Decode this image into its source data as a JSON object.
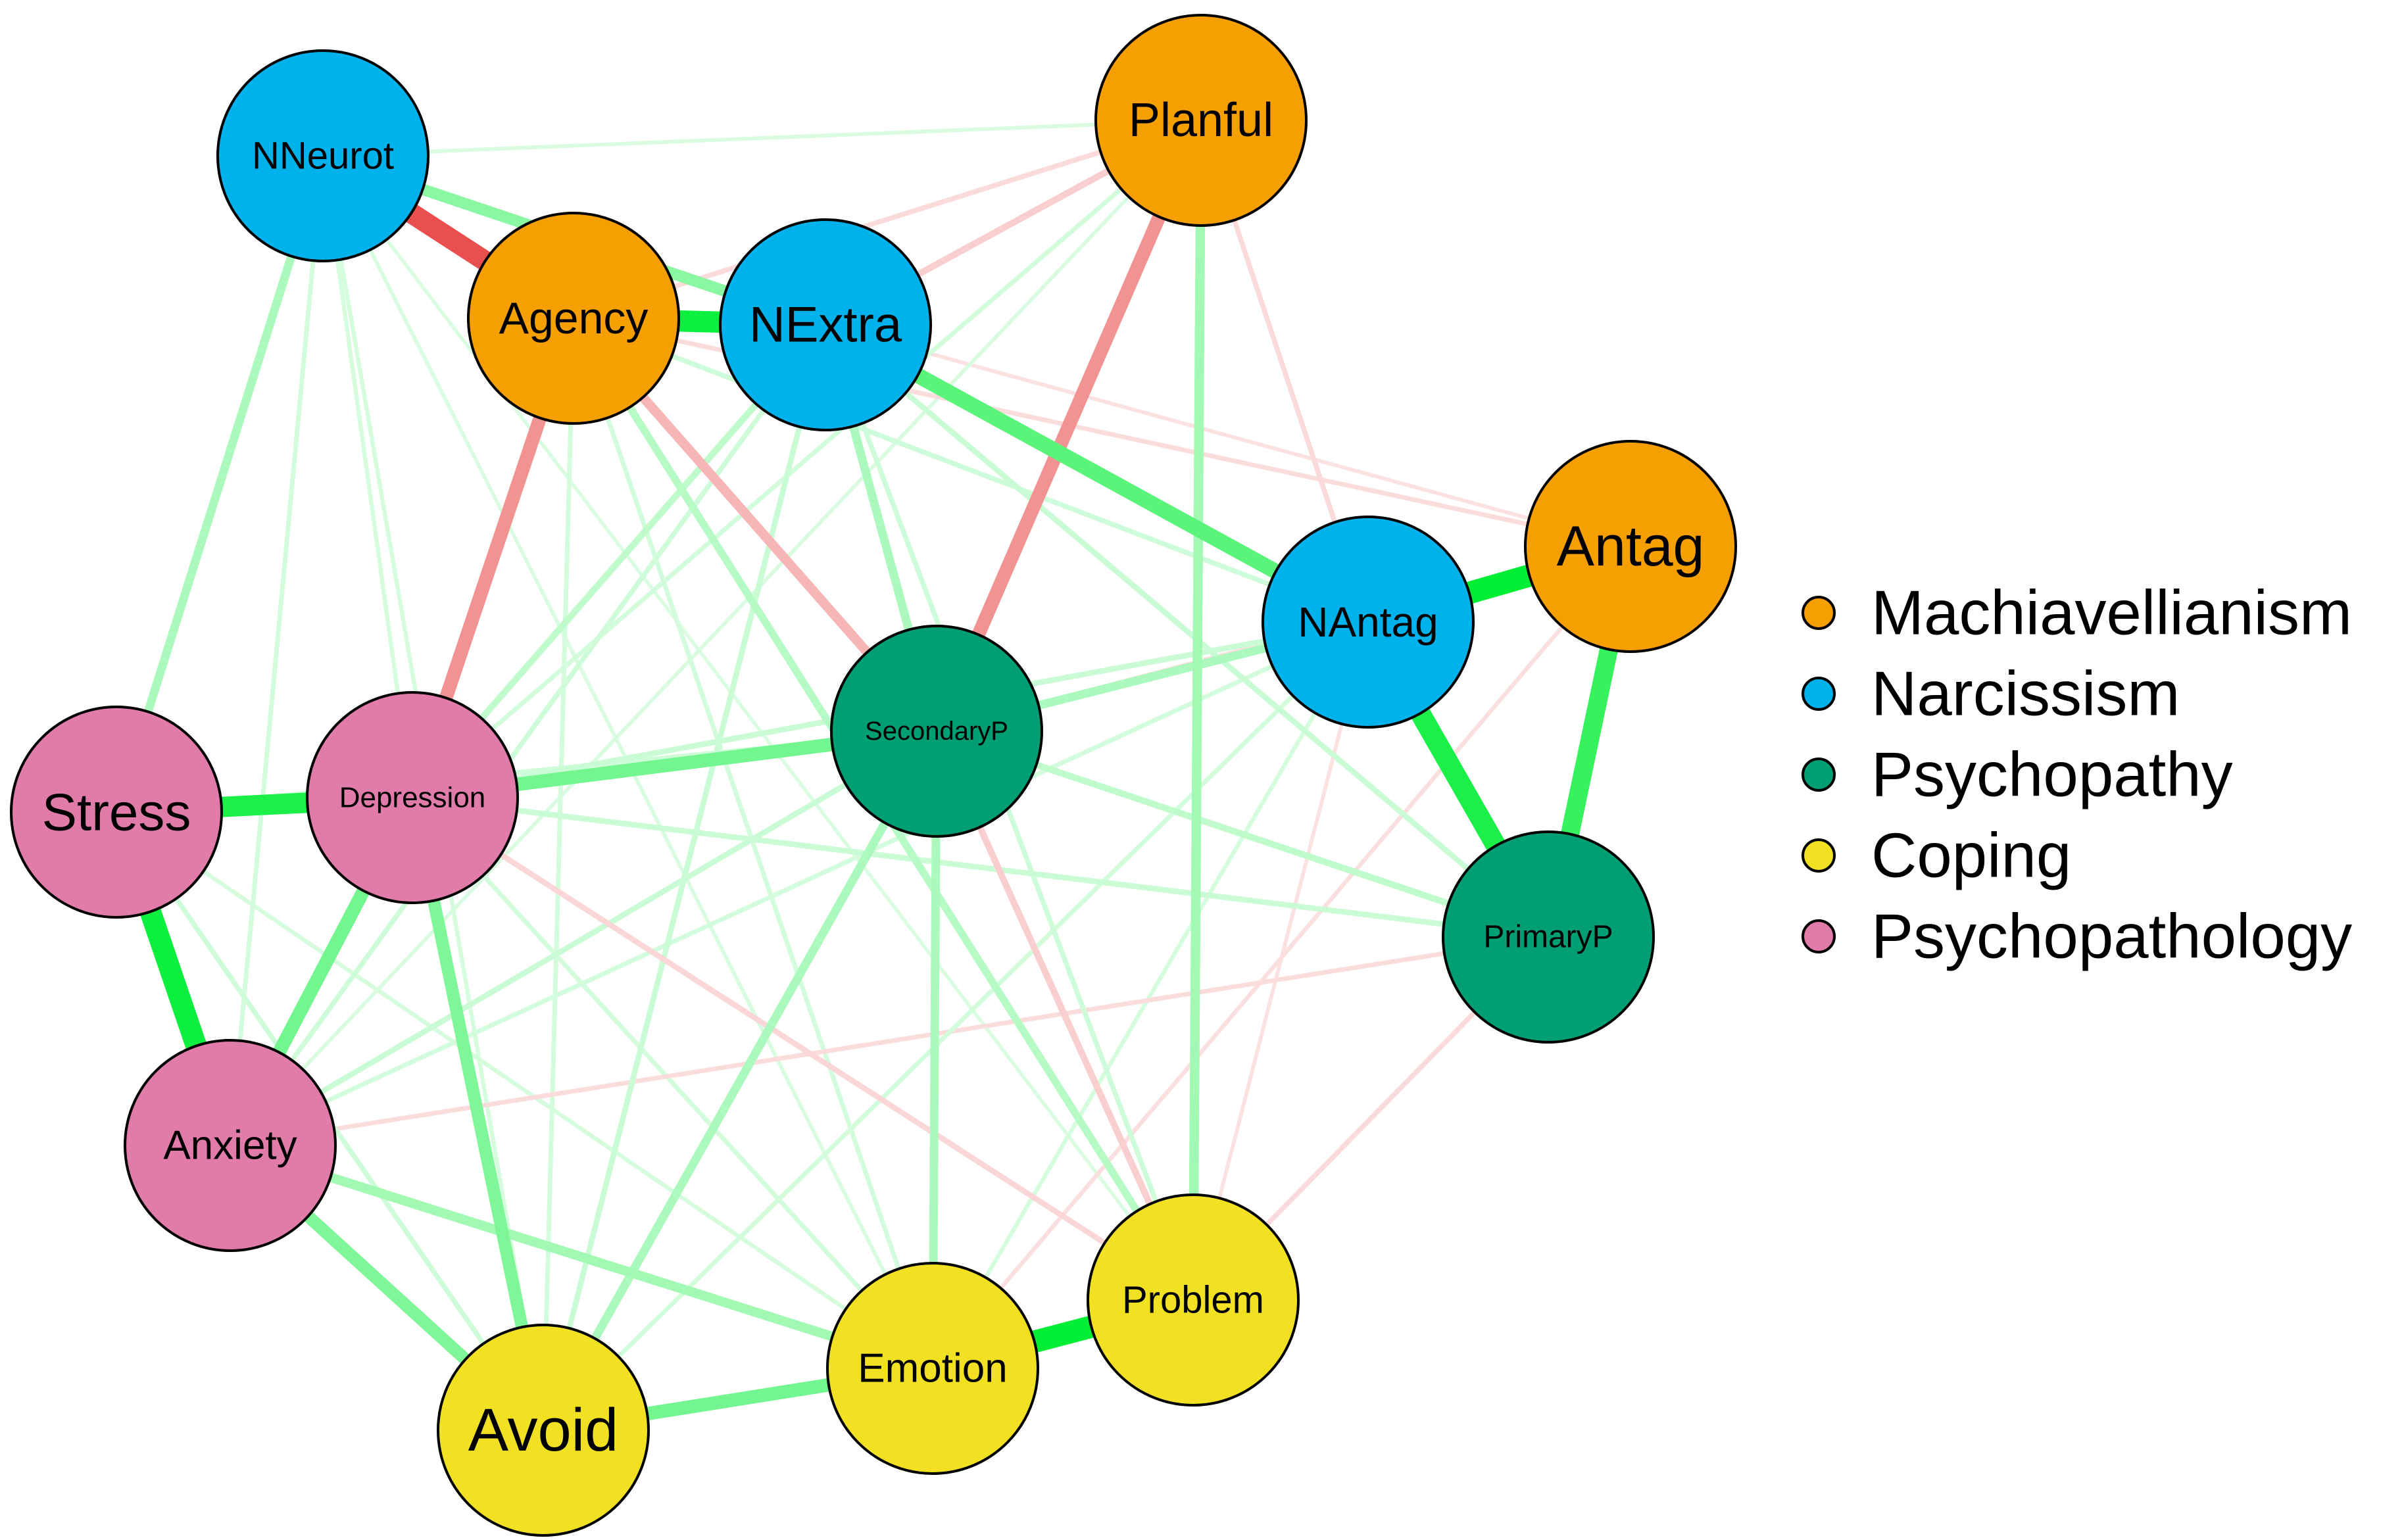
{
  "groups": [
    {
      "id": "mach",
      "name": "Machiavellianism",
      "color": "#F5A000"
    },
    {
      "id": "narc",
      "name": "Narcissism",
      "color": "#00B2EB"
    },
    {
      "id": "psyc",
      "name": "Psychopathy",
      "color": "#009E73"
    },
    {
      "id": "cope",
      "name": "Coping",
      "color": "#F2E123"
    },
    {
      "id": "path",
      "name": "Psychopathology",
      "color": "#E07BAA"
    }
  ],
  "edge_colors": {
    "positive": "#00EE33",
    "negative": "#E63A3A"
  },
  "nodes": [
    {
      "id": "NNeurot",
      "label": "NNeurot",
      "group": "narc"
    },
    {
      "id": "Agency",
      "label": "Agency",
      "group": "mach"
    },
    {
      "id": "NExtra",
      "label": "NExtra",
      "group": "narc"
    },
    {
      "id": "Planful",
      "label": "Planful",
      "group": "mach"
    },
    {
      "id": "Antag",
      "label": "Antag",
      "group": "mach"
    },
    {
      "id": "NAntag",
      "label": "NAntag",
      "group": "narc"
    },
    {
      "id": "SecondaryP",
      "label": "SecondaryP",
      "group": "psyc"
    },
    {
      "id": "PrimaryP",
      "label": "PrimaryP",
      "group": "psyc"
    },
    {
      "id": "Stress",
      "label": "Stress",
      "group": "path"
    },
    {
      "id": "Depression",
      "label": "Depression",
      "group": "path"
    },
    {
      "id": "Anxiety",
      "label": "Anxiety",
      "group": "path"
    },
    {
      "id": "Avoid",
      "label": "Avoid",
      "group": "cope"
    },
    {
      "id": "Emotion",
      "label": "Emotion",
      "group": "cope"
    },
    {
      "id": "Problem",
      "label": "Problem",
      "group": "cope"
    }
  ],
  "edges": [
    {
      "from": "NNeurot",
      "to": "Agency",
      "weight": 0.9,
      "sign": "neg"
    },
    {
      "from": "NNeurot",
      "to": "NExtra",
      "weight": 0.45,
      "sign": "pos"
    },
    {
      "from": "NNeurot",
      "to": "Planful",
      "weight": 0.06,
      "sign": "pos"
    },
    {
      "from": "NNeurot",
      "to": "Stress",
      "weight": 0.3,
      "sign": "pos"
    },
    {
      "from": "NNeurot",
      "to": "Anxiety",
      "weight": 0.1,
      "sign": "pos"
    },
    {
      "from": "NNeurot",
      "to": "Depression",
      "weight": 0.08,
      "sign": "pos"
    },
    {
      "from": "NNeurot",
      "to": "Avoid",
      "weight": 0.08,
      "sign": "pos"
    },
    {
      "from": "NNeurot",
      "to": "Emotion",
      "weight": 0.06,
      "sign": "pos"
    },
    {
      "from": "Agency",
      "to": "NExtra",
      "weight": 0.95,
      "sign": "pos"
    },
    {
      "from": "Agency",
      "to": "Depression",
      "weight": 0.55,
      "sign": "neg"
    },
    {
      "from": "Agency",
      "to": "SecondaryP",
      "weight": 0.35,
      "sign": "neg"
    },
    {
      "from": "Agency",
      "to": "NAntag",
      "weight": 0.12,
      "sign": "pos"
    },
    {
      "from": "Agency",
      "to": "Avoid",
      "weight": 0.1,
      "sign": "pos"
    },
    {
      "from": "Agency",
      "to": "Emotion",
      "weight": 0.1,
      "sign": "pos"
    },
    {
      "from": "Agency",
      "to": "Problem",
      "weight": 0.25,
      "sign": "pos"
    },
    {
      "from": "NExtra",
      "to": "Planful",
      "weight": 0.2,
      "sign": "neg"
    },
    {
      "from": "NExtra",
      "to": "NAntag",
      "weight": 0.65,
      "sign": "pos"
    },
    {
      "from": "NExtra",
      "to": "SecondaryP",
      "weight": 0.3,
      "sign": "pos"
    },
    {
      "from": "NExtra",
      "to": "Depression",
      "weight": 0.2,
      "sign": "pos"
    },
    {
      "from": "NExtra",
      "to": "Anxiety",
      "weight": 0.12,
      "sign": "pos"
    },
    {
      "from": "NExtra",
      "to": "Avoid",
      "weight": 0.15,
      "sign": "pos"
    },
    {
      "from": "NExtra",
      "to": "Problem",
      "weight": 0.12,
      "sign": "pos"
    },
    {
      "from": "NExtra",
      "to": "PrimaryP",
      "weight": 0.15,
      "sign": "pos"
    },
    {
      "from": "NExtra",
      "to": "Antag",
      "weight": 0.06,
      "sign": "neg"
    },
    {
      "from": "Planful",
      "to": "Agency",
      "weight": 0.12,
      "sign": "neg"
    },
    {
      "from": "Planful",
      "to": "SecondaryP",
      "weight": 0.55,
      "sign": "neg"
    },
    {
      "from": "Planful",
      "to": "Problem",
      "weight": 0.35,
      "sign": "pos"
    },
    {
      "from": "Planful",
      "to": "NAntag",
      "weight": 0.12,
      "sign": "neg"
    },
    {
      "from": "Planful",
      "to": "Depression",
      "weight": 0.1,
      "sign": "pos"
    },
    {
      "from": "Planful",
      "to": "Anxiety",
      "weight": 0.06,
      "sign": "pos"
    },
    {
      "from": "Antag",
      "to": "NAntag",
      "weight": 1.0,
      "sign": "pos"
    },
    {
      "from": "Antag",
      "to": "PrimaryP",
      "weight": 0.8,
      "sign": "pos"
    },
    {
      "from": "Antag",
      "to": "Agency",
      "weight": 0.1,
      "sign": "neg"
    },
    {
      "from": "Antag",
      "to": "SecondaryP",
      "weight": 0.08,
      "sign": "neg"
    },
    {
      "from": "Antag",
      "to": "Emotion",
      "weight": 0.08,
      "sign": "neg"
    },
    {
      "from": "NAntag",
      "to": "PrimaryP",
      "weight": 0.9,
      "sign": "pos"
    },
    {
      "from": "NAntag",
      "to": "SecondaryP",
      "weight": 0.3,
      "sign": "pos"
    },
    {
      "from": "NAntag",
      "to": "Depression",
      "weight": 0.15,
      "sign": "pos"
    },
    {
      "from": "NAntag",
      "to": "Anxiety",
      "weight": 0.1,
      "sign": "pos"
    },
    {
      "from": "NAntag",
      "to": "Problem",
      "weight": 0.06,
      "sign": "neg"
    },
    {
      "from": "SecondaryP",
      "to": "Depression",
      "weight": 0.55,
      "sign": "pos"
    },
    {
      "from": "SecondaryP",
      "to": "PrimaryP",
      "weight": 0.2,
      "sign": "pos"
    },
    {
      "from": "SecondaryP",
      "to": "Emotion",
      "weight": 0.3,
      "sign": "pos"
    },
    {
      "from": "SecondaryP",
      "to": "Problem",
      "weight": 0.2,
      "sign": "neg"
    },
    {
      "from": "SecondaryP",
      "to": "Avoid",
      "weight": 0.3,
      "sign": "pos"
    },
    {
      "from": "SecondaryP",
      "to": "Anxiety",
      "weight": 0.15,
      "sign": "pos"
    },
    {
      "from": "SecondaryP",
      "to": "Stress",
      "weight": 0.12,
      "sign": "pos"
    },
    {
      "from": "PrimaryP",
      "to": "Depression",
      "weight": 0.15,
      "sign": "pos"
    },
    {
      "from": "PrimaryP",
      "to": "Problem",
      "weight": 0.12,
      "sign": "neg"
    },
    {
      "from": "PrimaryP",
      "to": "Anxiety",
      "weight": 0.06,
      "sign": "neg"
    },
    {
      "from": "Stress",
      "to": "Depression",
      "weight": 0.9,
      "sign": "pos"
    },
    {
      "from": "Stress",
      "to": "Anxiety",
      "weight": 0.95,
      "sign": "pos"
    },
    {
      "from": "Stress",
      "to": "Avoid",
      "weight": 0.12,
      "sign": "pos"
    },
    {
      "from": "Stress",
      "to": "Emotion",
      "weight": 0.08,
      "sign": "pos"
    },
    {
      "from": "Depression",
      "to": "Anxiety",
      "weight": 0.55,
      "sign": "pos"
    },
    {
      "from": "Depression",
      "to": "Avoid",
      "weight": 0.5,
      "sign": "pos"
    },
    {
      "from": "Depression",
      "to": "Problem",
      "weight": 0.15,
      "sign": "neg"
    },
    {
      "from": "Depression",
      "to": "Emotion",
      "weight": 0.1,
      "sign": "pos"
    },
    {
      "from": "Anxiety",
      "to": "Avoid",
      "weight": 0.5,
      "sign": "pos"
    },
    {
      "from": "Anxiety",
      "to": "Emotion",
      "weight": 0.35,
      "sign": "pos"
    },
    {
      "from": "Anxiety",
      "to": "NNeurot",
      "weight": 0.08,
      "sign": "pos"
    },
    {
      "from": "Anxiety",
      "to": "PrimaryP",
      "weight": 0.1,
      "sign": "neg"
    },
    {
      "from": "Avoid",
      "to": "Emotion",
      "weight": 0.55,
      "sign": "pos"
    },
    {
      "from": "Avoid",
      "to": "NAntag",
      "weight": 0.1,
      "sign": "pos"
    },
    {
      "from": "Avoid",
      "to": "Stress",
      "weight": 0.06,
      "sign": "pos"
    },
    {
      "from": "Emotion",
      "to": "Problem",
      "weight": 1.0,
      "sign": "pos"
    },
    {
      "from": "Emotion",
      "to": "NAntag",
      "weight": 0.08,
      "sign": "pos"
    },
    {
      "from": "Problem",
      "to": "NNeurot",
      "weight": 0.05,
      "sign": "pos"
    }
  ]
}
